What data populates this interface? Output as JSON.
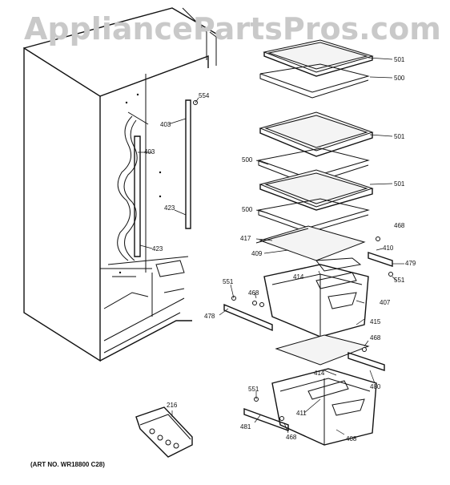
{
  "watermark": "AppliancePartsPros.com",
  "art_number": "(ART NO. WR18800 C28)",
  "callouts": [
    "554",
    "403",
    "403",
    "423",
    "423",
    "501",
    "500",
    "501",
    "500",
    "501",
    "500",
    "468",
    "417",
    "409",
    "410",
    "479",
    "414",
    "551",
    "551",
    "468",
    "407",
    "478",
    "415",
    "468",
    "414",
    "480",
    "551",
    "411",
    "216",
    "481",
    "468",
    "408"
  ]
}
